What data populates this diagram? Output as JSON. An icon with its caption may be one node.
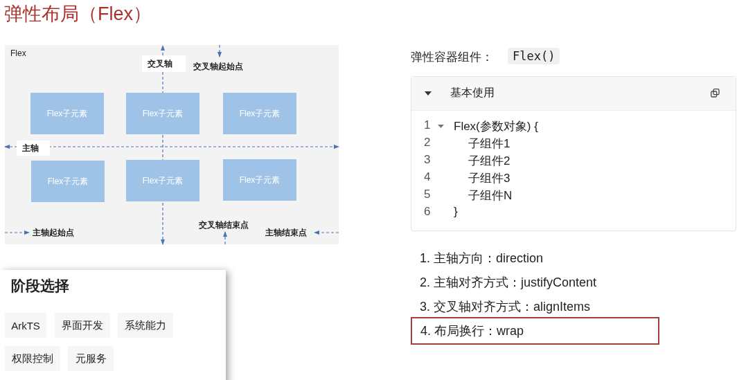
{
  "diagram": {
    "title": "弹性布局（Flex）",
    "nodes": [
      {
        "text": [
          "Flex"
        ]
      },
      {
        "text": [
          "Flex子元素"
        ],
        "in": 0
      },
      {
        "text": [
          "Flex子元素"
        ],
        "in": 0
      },
      {
        "text": [
          "Flex子元素"
        ],
        "in": 0
      },
      {
        "text": [
          "Flex子元素"
        ],
        "in": 0
      },
      {
        "text": [
          "Flex子元素"
        ],
        "in": 0
      },
      {
        "text": [
          "Flex子元素"
        ],
        "in": 0
      },
      {
        "text": [
          "基本使用",
          "1",
          "Flex(参数对象) {",
          "2",
          "子组件1",
          "3",
          "子组件2",
          "4",
          "子组件3",
          "5",
          "子组件N",
          "6",
          "}"
        ]
      },
      {
        "text": [
          "4. 布局换行：wrap"
        ]
      },
      {
        "text": [
          "阶段选择"
        ]
      },
      {
        "text": [
          "ArkTS"
        ],
        "in": 9
      },
      {
        "text": [
          "界面开发"
        ],
        "in": 9
      },
      {
        "text": [
          "系统能力"
        ],
        "in": 9
      },
      {
        "text": [
          "权限控制"
        ],
        "in": 9
      },
      {
        "text": [
          "元服务"
        ],
        "in": 9
      }
    ],
    "edges": [],
    "labels": [
      "交叉轴",
      "交叉轴起始点",
      "主轴",
      "主轴起始点",
      "交叉轴结束点",
      "主轴结束点",
      "弹性容器组件：",
      "Flex()",
      "1. 主轴方向：direction",
      "2. 主轴对齐方式：justifyContent",
      "3. 交叉轴对齐方式：alignItems"
    ]
  }
}
